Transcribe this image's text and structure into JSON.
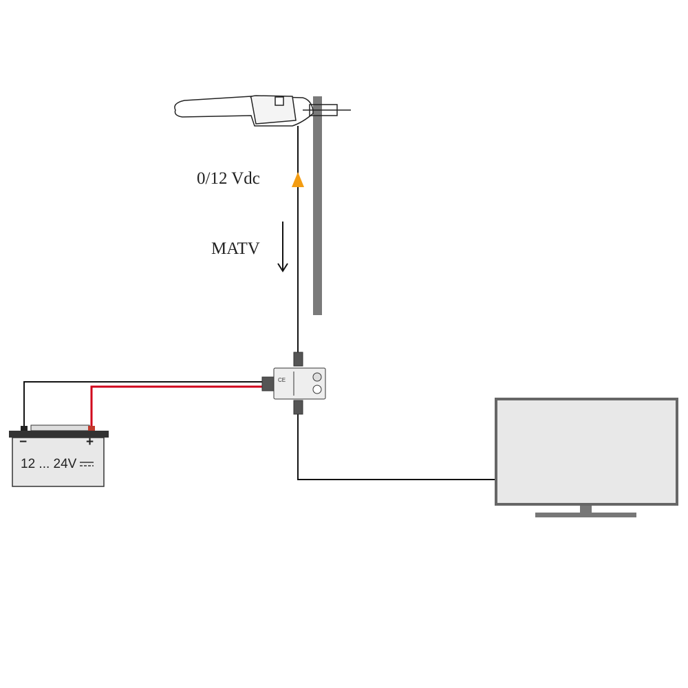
{
  "labels": {
    "voltage": "0/12  Vdc",
    "signal": "MATV",
    "battery": "12 ... 24V",
    "battery_minus": "−",
    "battery_plus": "+"
  },
  "colors": {
    "power_arrow": "#f39c12",
    "positive_wire": "#d0021b",
    "mast": "#7a7a7a",
    "tv_screen": "#e8e8e8"
  }
}
